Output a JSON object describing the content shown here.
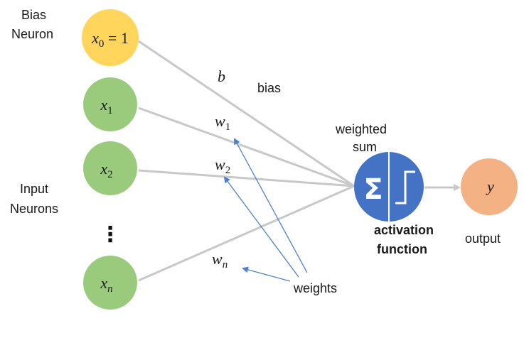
{
  "labels": {
    "bias_neuron_line1": "Bias",
    "bias_neuron_line2": "Neuron",
    "input_neurons_line1": "Input",
    "input_neurons_line2": "Neurons",
    "bias": "bias",
    "weighted_sum_line1": "weighted",
    "weighted_sum_line2": "sum",
    "activation_line1": "activation",
    "activation_line2": "function",
    "output": "output",
    "weights": "weights"
  },
  "nodes": {
    "bias_node": {
      "var": "x",
      "sub": "0",
      "suffix": " = 1"
    },
    "x1": {
      "var": "x",
      "sub": "1"
    },
    "x2": {
      "var": "x",
      "sub": "2"
    },
    "dots": "⋮",
    "xn": {
      "var": "x",
      "sub": "n"
    },
    "output_node": {
      "var": "y"
    }
  },
  "edge_labels": {
    "b": "b",
    "w1": {
      "var": "w",
      "sub": "1"
    },
    "w2": {
      "var": "w",
      "sub": "2"
    },
    "wn": {
      "var": "w",
      "sub": "n"
    }
  },
  "summation_symbol": "Σ",
  "colors": {
    "bias_node": "#ffd55c",
    "input_node": "#9acb7c",
    "summation_node": "#4472c4",
    "output_node": "#f4b183",
    "connection": "#c8c8c8",
    "weight_arrow": "#4f7fcf"
  }
}
